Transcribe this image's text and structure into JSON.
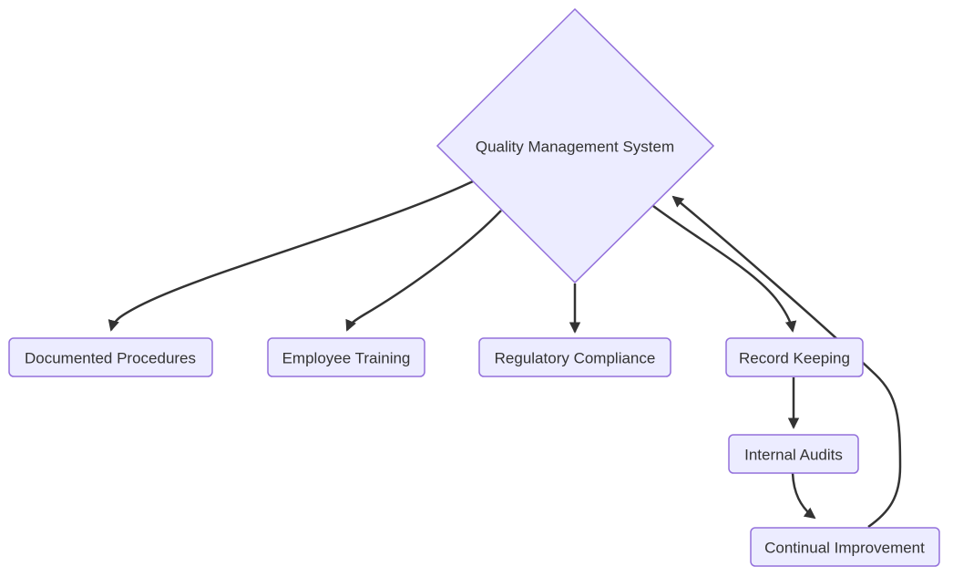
{
  "diagram": {
    "type": "flowchart",
    "background_color": "#ffffff",
    "node_fill_color": "#ECECFF",
    "node_border_color": "#9370DB",
    "edge_color": "#333333",
    "text_color": "#333333",
    "nodes": [
      {
        "id": "qms",
        "label": "Quality Management System",
        "shape": "diamond"
      },
      {
        "id": "documented-procedures",
        "label": "Documented Procedures",
        "shape": "rounded-rect"
      },
      {
        "id": "employee-training",
        "label": "Employee Training",
        "shape": "rounded-rect"
      },
      {
        "id": "regulatory-compliance",
        "label": "Regulatory Compliance",
        "shape": "rounded-rect"
      },
      {
        "id": "record-keeping",
        "label": "Record Keeping",
        "shape": "rounded-rect"
      },
      {
        "id": "internal-audits",
        "label": "Internal Audits",
        "shape": "rounded-rect"
      },
      {
        "id": "continual-improvement",
        "label": "Continual Improvement",
        "shape": "rounded-rect"
      }
    ],
    "edges": [
      {
        "from": "Quality Management System",
        "to": "Documented Procedures"
      },
      {
        "from": "Quality Management System",
        "to": "Employee Training"
      },
      {
        "from": "Quality Management System",
        "to": "Regulatory Compliance"
      },
      {
        "from": "Quality Management System",
        "to": "Record Keeping"
      },
      {
        "from": "Record Keeping",
        "to": "Internal Audits"
      },
      {
        "from": "Internal Audits",
        "to": "Continual Improvement"
      },
      {
        "from": "Continual Improvement",
        "to": "Quality Management System"
      }
    ]
  }
}
